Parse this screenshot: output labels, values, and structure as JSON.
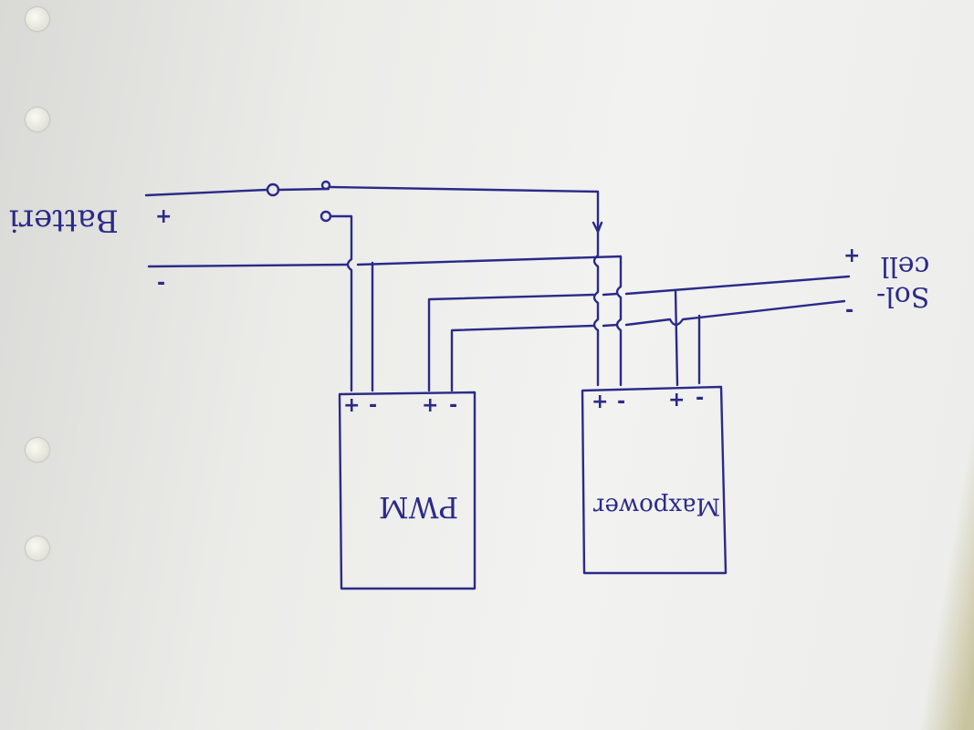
{
  "labels": {
    "battery": "Batteri",
    "battery_plus": "+",
    "battery_minus": "-",
    "solar_line1": "Sol-",
    "solar_line2": "cell",
    "solar_plus": "+",
    "solar_minus": "-",
    "pwm": "PWM",
    "maxpower": "Maxpower",
    "pwm_terminals": [
      "+",
      "-",
      "+",
      "-"
    ],
    "maxpower_terminals": [
      "+",
      "-",
      "+",
      "-"
    ]
  },
  "colors": {
    "ink": "#2a2a8a",
    "paper": "#f0f0ee"
  }
}
